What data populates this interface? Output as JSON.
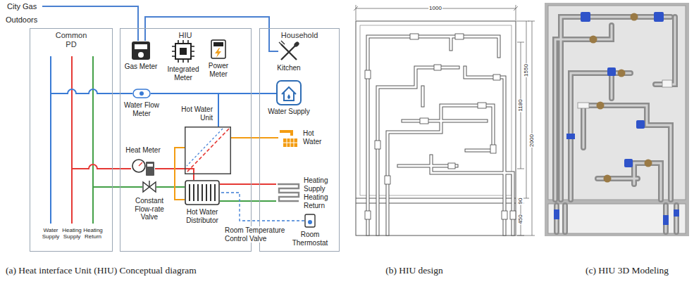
{
  "diagram": {
    "nodes": [
      {
        "text": [
          "Common PD"
        ]
      },
      {
        "text": [
          "HIU"
        ]
      },
      {
        "text": [
          "Household"
        ]
      },
      {
        "text": [
          "Gas Meter"
        ],
        "in": 1
      },
      {
        "text": [
          "Integrated Meter"
        ],
        "in": 1
      },
      {
        "text": [
          "Power Meter"
        ],
        "in": 1
      },
      {
        "text": [
          "Water Flow Meter"
        ],
        "in": 1
      },
      {
        "text": [
          "Hot Water Unit"
        ],
        "in": 1
      },
      {
        "text": [
          "Heat Meter"
        ],
        "in": 1
      },
      {
        "text": [
          "Constant Flow-rate Valve"
        ],
        "in": 1
      },
      {
        "text": [
          "Hot Water Distributor"
        ],
        "in": 1
      },
      {
        "text": [
          "Kitchen"
        ],
        "in": 2
      },
      {
        "text": [
          "Water Supply"
        ],
        "in": 2
      },
      {
        "text": [
          "Hot Water"
        ],
        "in": 2
      },
      {
        "text": [
          "Heating Supply",
          "Heating Return"
        ],
        "in": 2
      },
      {
        "text": [
          "Room Thermostat"
        ],
        "in": 2
      }
    ],
    "edges": [
      {
        "from": 3,
        "to": 11,
        "arrow": "none"
      },
      {
        "from": 6,
        "to": 12,
        "arrow": "none"
      },
      {
        "from": 6,
        "to": 7,
        "arrow": "none"
      },
      {
        "from": 7,
        "to": 13,
        "arrow": "none"
      },
      {
        "from": 8,
        "to": 7,
        "arrow": "none"
      },
      {
        "from": 8,
        "to": 10,
        "arrow": "none"
      },
      {
        "from": 9,
        "to": 10,
        "arrow": "none"
      },
      {
        "from": 7,
        "to": 10,
        "arrow": "none"
      },
      {
        "from": 10,
        "to": 14,
        "arrow": "none"
      },
      {
        "from": 14,
        "to": 10,
        "arrow": "none"
      },
      {
        "from": 15,
        "to": 10,
        "arrow": "none"
      }
    ],
    "labels": [
      "City Gas",
      "Outdoors",
      "Water Supply",
      "Heating Supply",
      "Heating Return",
      "Room Temperature Control Valve",
      "1000",
      "1550",
      "2000",
      "1180",
      "90",
      "450",
      "(a) Heat interface Unit (HIU) Conceptual diagram",
      "(b) HIU design",
      "(c) HIU 3D Modeling"
    ]
  }
}
